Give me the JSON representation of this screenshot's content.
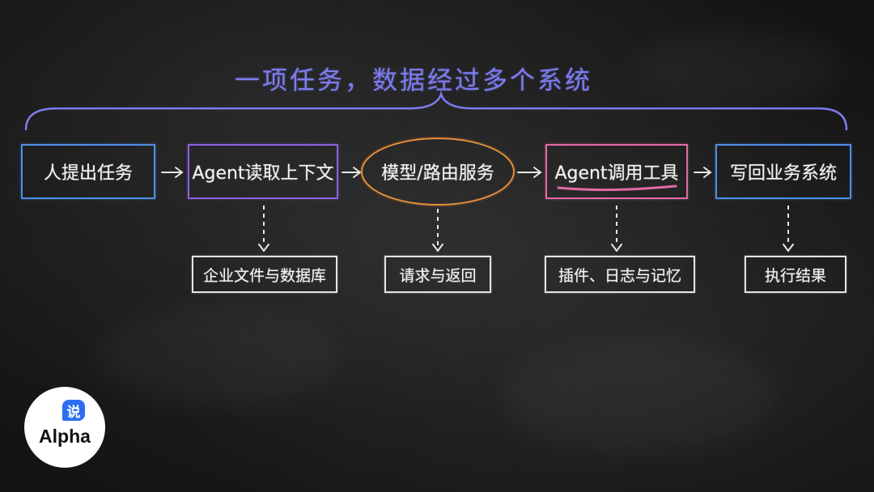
{
  "title": "一项任务，数据经过多个系统",
  "steps": [
    {
      "label": "人提出任务"
    },
    {
      "label": "Agent读取上下文"
    },
    {
      "label": "模型/路由服务"
    },
    {
      "label": "Agent调用工具"
    },
    {
      "label": "写回业务系统"
    }
  ],
  "subs": [
    {
      "label": "企业文件与数据库"
    },
    {
      "label": "请求与返回"
    },
    {
      "label": "插件、日志与记忆"
    },
    {
      "label": "执行结果"
    }
  ],
  "logo": {
    "badge": "说",
    "word": "Alpha"
  },
  "colors": {
    "title": "#7d7cf0",
    "step_blue": "#4f8fe8",
    "step_purple": "#8a62de",
    "step_orange": "#e38e3c",
    "step_pink": "#e26aa6",
    "chalk": "#f2f2f2"
  }
}
